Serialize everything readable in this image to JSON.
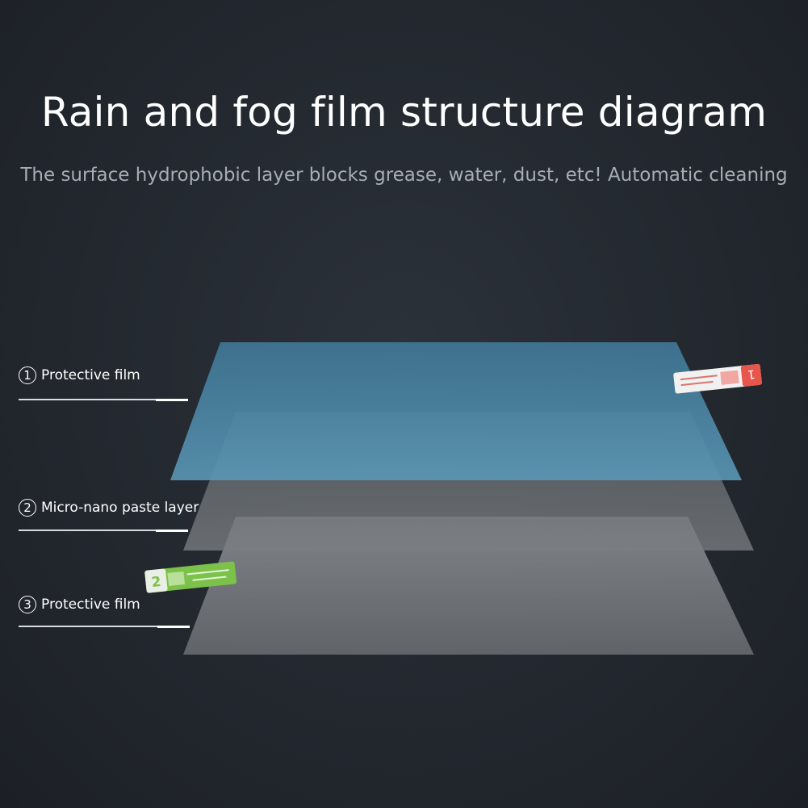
{
  "title": "Rain and fog film structure diagram",
  "subtitle": "The surface hydrophobic layer blocks grease, water, dust, etc! Automatic cleaning",
  "layers": [
    {
      "number": "1",
      "label": "Protective film",
      "color": "#4f8aa8"
    },
    {
      "number": "2",
      "label": "Micro-nano paste layer",
      "color": "#6f7377"
    },
    {
      "number": "3",
      "label": "Protective film",
      "color": "#8a8d90"
    }
  ],
  "tabs": [
    {
      "number": "1",
      "color": "#e8554a"
    },
    {
      "number": "2",
      "color": "#7cc24a"
    }
  ]
}
